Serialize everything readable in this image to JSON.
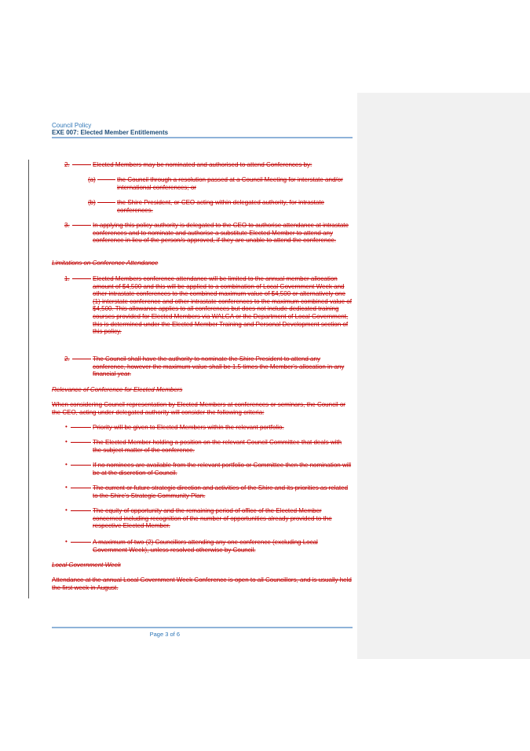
{
  "header": {
    "line1": "Council Policy",
    "line2": "EXE 007: Elected Member Entitlements"
  },
  "sections": {
    "item2": {
      "num": "2.",
      "text": "Elected Members may be nominated and authorised to attend Conferences by:",
      "sub_a_label": "(a)",
      "sub_a_text": "the Council through a resolution passed at a Council Meeting for interstate and/or international conferences; or",
      "sub_b_label": "(b)",
      "sub_b_text": "the Shire President, or CEO acting within delegated authority, for intrastate conferences."
    },
    "item3": {
      "num": "3.",
      "text": "In applying this policy authority is delegated to the CEO to authorise attendance at intrastate conferences and to nominate and authorise a substitute Elected Member to attend any conference in lieu of the person/s approved, if they are unable to attend the conference."
    },
    "limitations": {
      "heading": "Limitations on Conference Attendance",
      "item1_num": "1.",
      "item1_text": "Elected Members conference attendance will be limited to the annual member allocation amount of $4,500 and this will be applied to a combination of Local Government Week and other intrastate conferences to the combined maximum value of $4,500 or alternatively one (1) interstate conference and other intrastate conferences to the maximum combined value of $4,500. This allowance applies to all conferences but does not include dedicated training courses provided for Elected Members via WALGA or the Department of Local Government, this is determined under the Elected Member Training and Personal Development section of this policy.",
      "item2_num": "2.",
      "item2_text": "The Council shall have the authority to nominate the Shire President to attend any conference, however the maximum value shall be 1.5 times the Member's allocation in any financial year."
    },
    "relevance": {
      "heading": "Relevance of Conference for Elected Members",
      "intro": "When considering Council representation by Elected Members at conferences or seminars, the Council or the CEO, acting under delegated authority will consider the following criteria:",
      "bullets": [
        "Priority will be given to Elected Members within the relevant portfolio.",
        "The Elected Member holding a position on the relevant Council Committee that deals with the subject matter of the conference.",
        "If no nominees are available from the relevant portfolio or Committee then the nomination will be at the discretion of Council.",
        "The current or future strategic direction and activities of the Shire and its priorities as related to the Shire's Strategic Community Plan.",
        "The equity of opportunity and the remaining period of office of the Elected Member concerned including recognition of the number of opportunities already provided to the respective Elected Member.",
        "A maximum of two (2) Councillors attending any one conference (excluding Local Government Week), unless resolved otherwise by Council."
      ]
    },
    "lgweek": {
      "heading": "Local Government Week",
      "text": "Attendance at the annual Local Government Week Conference is open to all Councillors, and is usually held the first week in August."
    }
  },
  "footer": {
    "page_label": "Page 3 of 6"
  },
  "colors": {
    "deleted_text": "#c00000",
    "header_blue": "#2e75b6",
    "rule": "#8fb3d9",
    "side_pane": "#f1f1f1"
  }
}
